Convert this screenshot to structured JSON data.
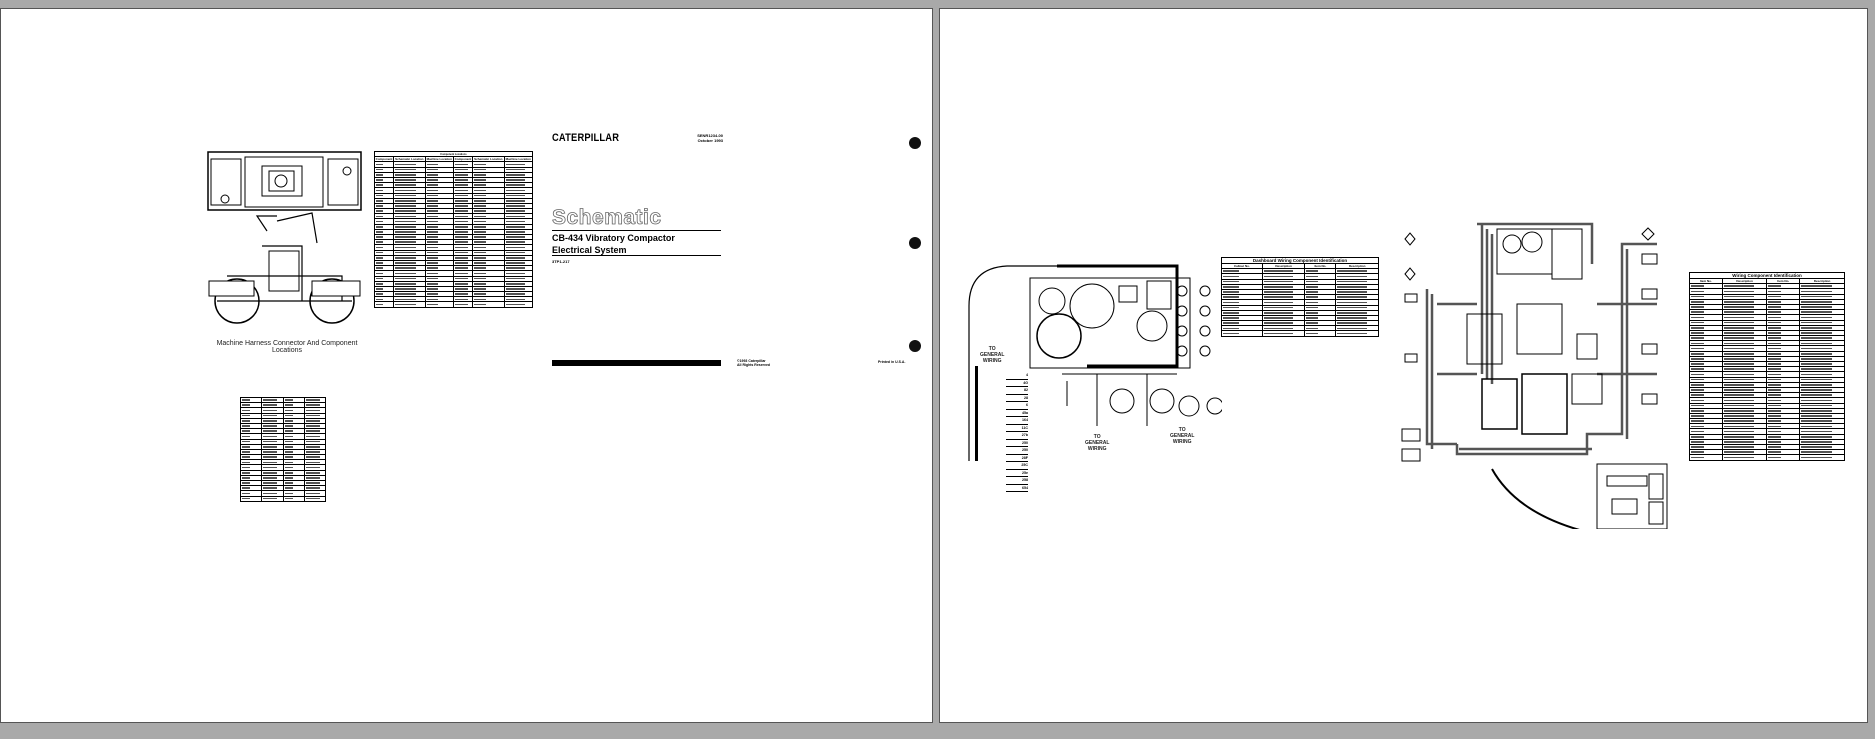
{
  "page1": {
    "logo": "CATERPILLAR",
    "doc_number": "SENR1234-00",
    "doc_date": "October 1993",
    "heading": "Schematic",
    "title_line1": "CB-434 Vibratory Compactor",
    "title_line2": "Electrical System",
    "form_number": "3TP1-217",
    "copyright_line1": "©1993 Caterpillar",
    "copyright_line2": "All Rights Reserved",
    "printed": "Printed in U.S.A.",
    "machine_caption": "Machine Harness Connector And Component Locations",
    "location_table": {
      "title": "Component Locations",
      "headers": [
        "Component",
        "Schematic Location",
        "Machine Location",
        "Component",
        "Schematic Location",
        "Machine Location"
      ],
      "row_count": 28
    },
    "connector_table": {
      "row_count": 20
    }
  },
  "page2": {
    "to_general_wiring": [
      "TO",
      "GENERAL",
      "WIRING"
    ],
    "wire_numbers": [
      "4",
      "4G",
      "82",
      "28",
      "6",
      "45a",
      "164",
      "11C",
      "27b",
      "250",
      "250",
      "28F",
      "25C",
      "25e",
      "258",
      "654"
    ],
    "dashboard_table": {
      "title": "Dashboard Wiring Component Identification",
      "headers": [
        "Callout No.",
        "Description",
        "Item No.",
        "Description"
      ],
      "row_count": 13
    },
    "wiring_table": {
      "title": "Wiring Component Identification",
      "headers": [
        "Item No.",
        "Description",
        "Item No.",
        "Description"
      ],
      "row_count": 34
    }
  },
  "colors": {
    "background": "#a9a9a9",
    "page": "#ffffff",
    "ink": "#000000"
  }
}
